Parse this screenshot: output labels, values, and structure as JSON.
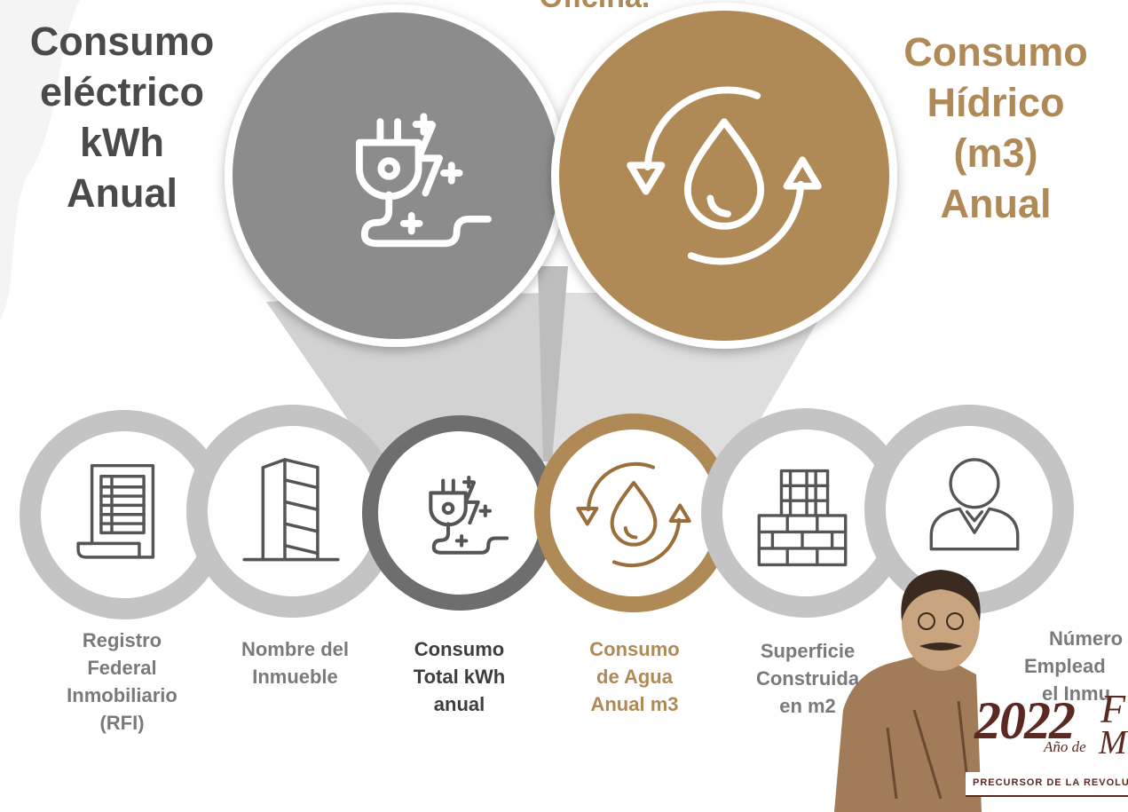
{
  "header": {
    "cut_text": "Oficina."
  },
  "titles": {
    "left": [
      "Consumo",
      "eléctrico",
      "kWh",
      "Anual"
    ],
    "right": [
      "Consumo",
      "Hídrico",
      "(m3)",
      "Anual"
    ]
  },
  "big_circles": [
    {
      "name": "electric",
      "icon": "plug-lightning-icon",
      "color": "#8c8c8c"
    },
    {
      "name": "water",
      "icon": "water-drop-cycle-icon",
      "color": "#b08a56"
    }
  ],
  "items": [
    {
      "label": [
        "Registro",
        "Federal",
        "Inmobiliario",
        "(RFI)"
      ],
      "icon": "document-icon",
      "style": "gray"
    },
    {
      "label": [
        "Nombre del",
        "Inmueble"
      ],
      "icon": "building-icon",
      "style": "gray"
    },
    {
      "label": [
        "Consumo",
        "Total kWh",
        "anual"
      ],
      "icon": "plug-lightning-icon",
      "style": "dark"
    },
    {
      "label": [
        "Consumo",
        "de Agua",
        "Anual m3"
      ],
      "icon": "water-drop-cycle-icon",
      "style": "gold"
    },
    {
      "label": [
        "Superficie",
        "Construida",
        "en m2"
      ],
      "icon": "brick-wall-icon",
      "style": "gray"
    },
    {
      "label": [
        "Número",
        "Emplead",
        "el Inmu"
      ],
      "icon": "person-icon",
      "style": "gray"
    }
  ],
  "stamp": {
    "year": "2022",
    "line_f": "F",
    "line_ano": "Año de",
    "line_m": "M",
    "footer": "PRECURSOR DE LA REVOLU"
  },
  "colors": {
    "gold": "#b08a56",
    "gray": "#8c8c8c",
    "dark_gray": "#6e6e6e",
    "light_ring": "#c4c4c4",
    "text_dark": "#4a4a4a"
  }
}
